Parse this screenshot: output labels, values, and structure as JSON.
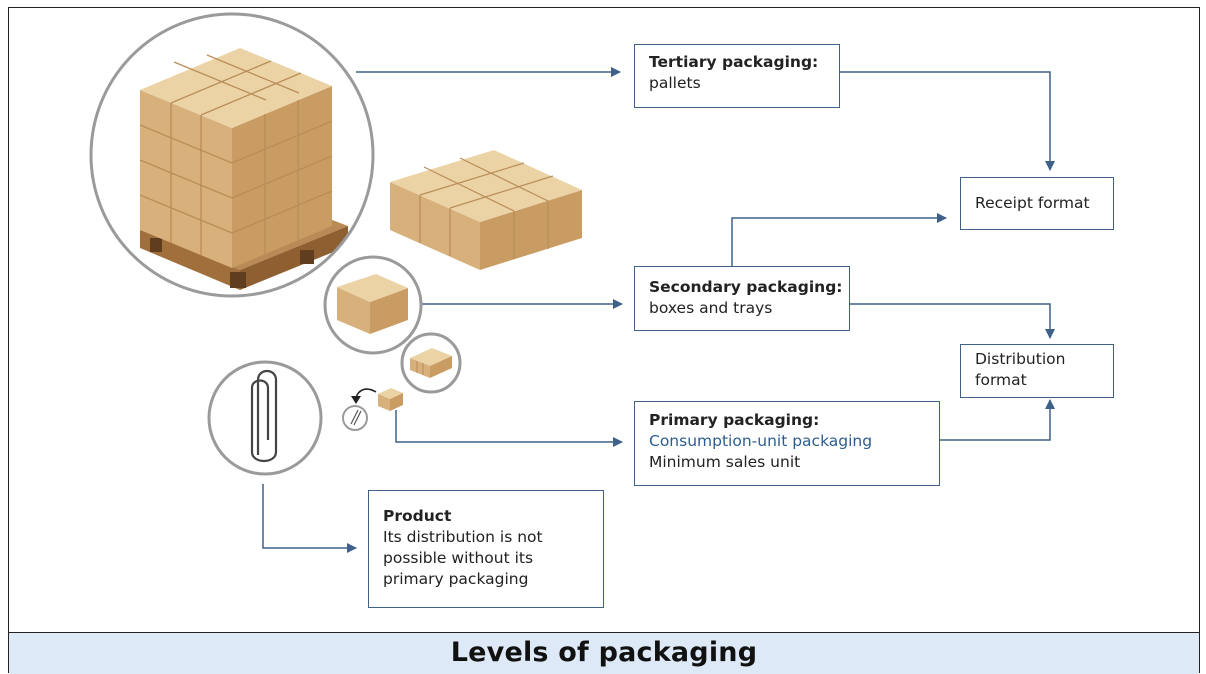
{
  "caption": "Levels of packaging",
  "tertiary": {
    "title": "Tertiary packaging:",
    "line1": "pallets"
  },
  "receipt": {
    "label": "Receipt format"
  },
  "secondary": {
    "title": "Secondary packaging:",
    "line1": "boxes and trays"
  },
  "distribution": {
    "line1": "Distribution",
    "line2": "format"
  },
  "primary": {
    "title": "Primary packaging:",
    "line1": "Consumption-unit packaging",
    "line2": "Minimum sales unit"
  },
  "product": {
    "title": "Product",
    "line1": "Its distribution is not",
    "line2": "possible without its",
    "line3": "primary packaging"
  },
  "colors": {
    "arrow": "#3f6189",
    "accent_text": "#2d5d8f",
    "caption_band": "#dde9f7",
    "box_tan": "#dcb98a",
    "circle_ring": "#9a9a9a"
  },
  "icons": [
    "pallet-illustration",
    "box-tray-illustration",
    "single-box-illustration",
    "small-pack-illustration",
    "paperclip-illustration"
  ]
}
